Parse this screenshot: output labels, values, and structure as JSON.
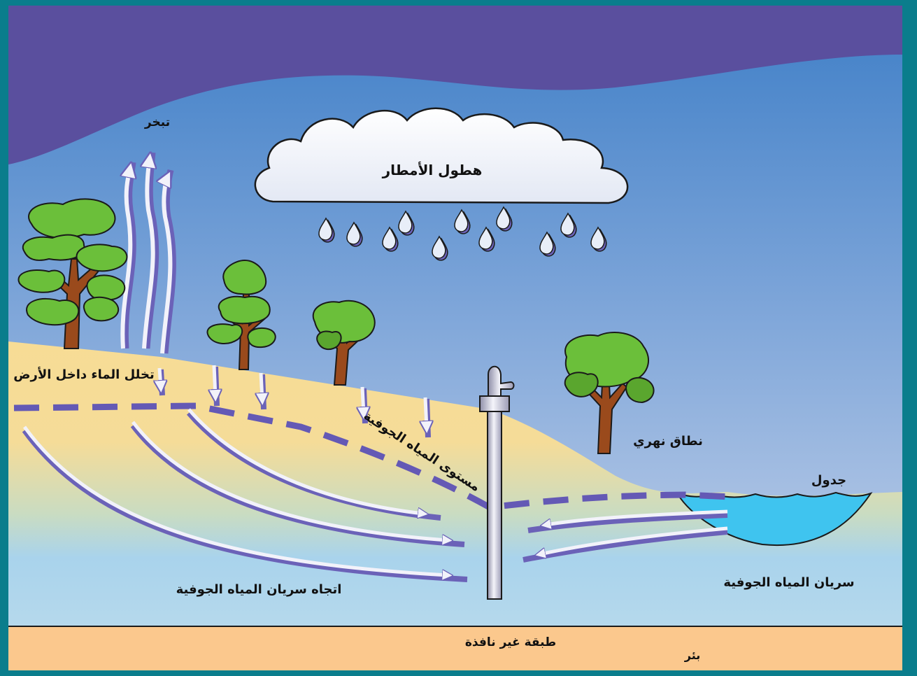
{
  "labels": {
    "evaporation": "تبخر",
    "precipitation": "هطول الأمطار",
    "infiltration": "تخلل الماء داخل الأرض",
    "water_table": "مستوى المياه الجوفية",
    "riparian_zone": "نطاق نهري",
    "stream": "جدول",
    "groundwater_flow": "سريان المياه الجوفية",
    "groundwater_flow_direction": "اتجاه سريان المياه الجوفية",
    "impermeable_layer": "طبقة غير نافذة",
    "well": "بئر"
  },
  "colors": {
    "frame": "#0a7d8c",
    "sky_top": "#5a4f9e",
    "sky_mid": "#5b8fcc",
    "sky_low": "#b4c7e4",
    "soil": "#f7dc95",
    "groundwater": "#a9d3ec",
    "impermeable": "#fbc88d",
    "stream_water": "#3fc4ef",
    "arrow_fill": "#f2f2fa",
    "arrow_shadow": "#6b62b8",
    "water_table_dash": "#6459b5",
    "tree_green": "#6bbf3a",
    "tree_trunk": "#9a4a1c"
  }
}
